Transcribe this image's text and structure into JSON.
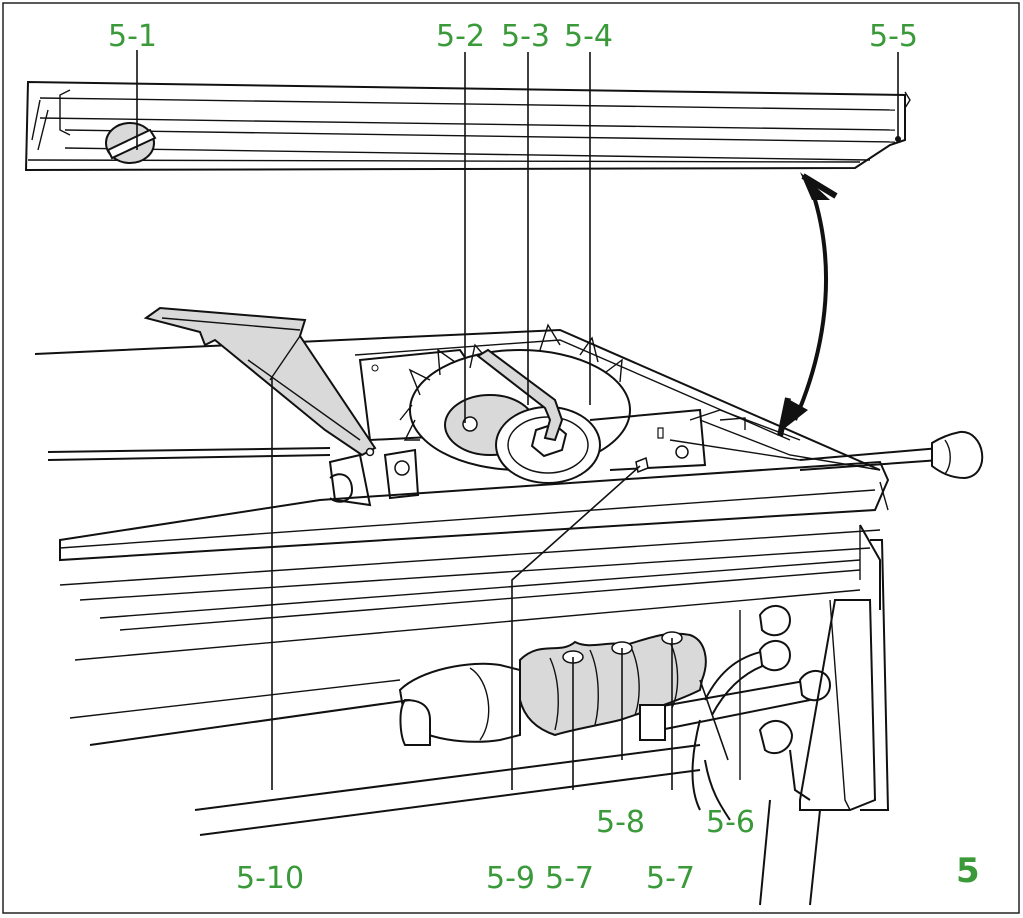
{
  "figure_number": "5",
  "labels": {
    "l5_1": "5-1",
    "l5_2": "5-2",
    "l5_3": "5-3",
    "l5_4": "5-4",
    "l5_5": "5-5",
    "l5_6": "5-6",
    "l5_7a": "5-7",
    "l5_7b": "5-7",
    "l5_8": "5-8",
    "l5_9": "5-9",
    "l5_10": "5-10"
  },
  "colors": {
    "label_green": "#3a9a3a",
    "line": "#111111",
    "part_fill": "#d9d9d9"
  }
}
